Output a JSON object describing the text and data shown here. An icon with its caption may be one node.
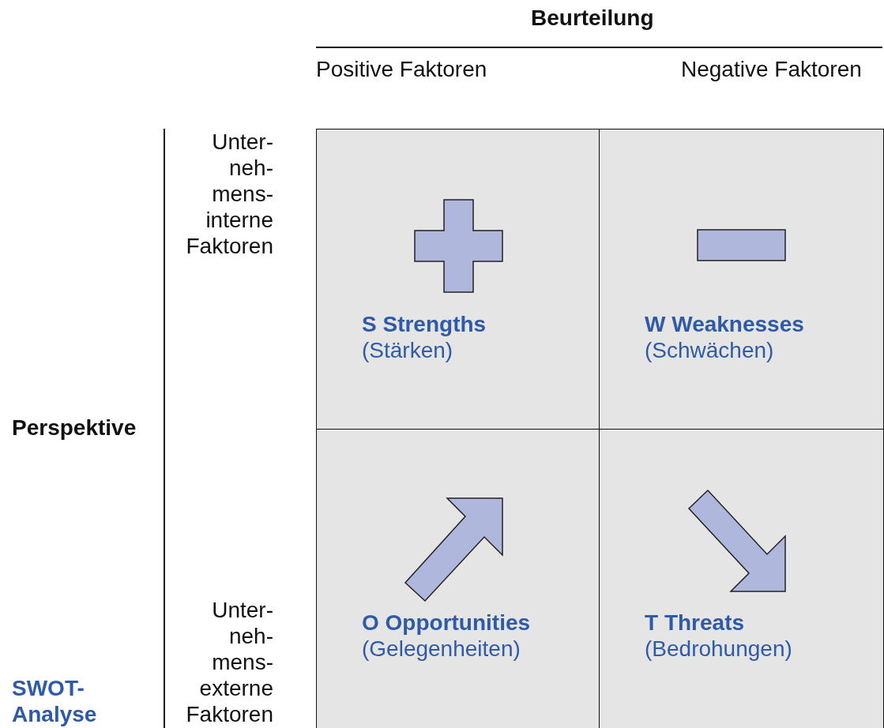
{
  "diagram": {
    "nodes": [
      {
        "text": [
          "S Strengths",
          "(Stärken)"
        ]
      },
      {
        "text": [
          "W Weaknesses",
          "(Schwächen)"
        ]
      },
      {
        "text": [
          "O Opportunities",
          "(Gelegenheiten)"
        ]
      },
      {
        "text": [
          "T Threats",
          "(Bedrohungen)"
        ]
      }
    ],
    "labels": [
      "Beurteilung",
      "Positive Faktoren",
      "Negative Faktoren",
      "Unter- neh- mens- interne Faktoren",
      "Perspektive",
      "Unter- neh- mens- externe Faktoren",
      "SWOT-Analyse"
    ]
  }
}
